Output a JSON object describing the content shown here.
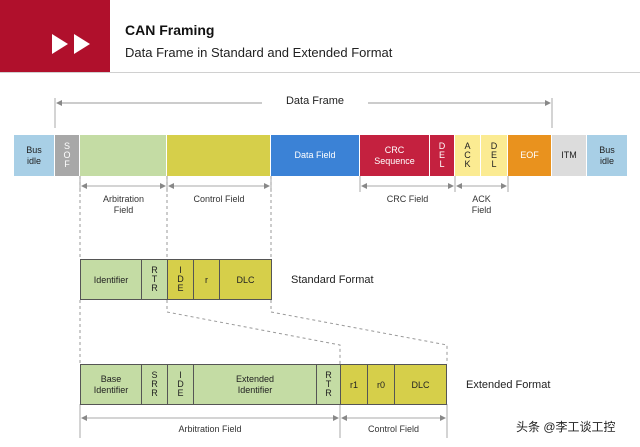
{
  "header": {
    "title": "CAN Framing",
    "subtitle": "Data Frame in Standard and Extended Format"
  },
  "top_label": "Data Frame",
  "frame": {
    "bus_idle_left": [
      "Bus",
      "idle"
    ],
    "sof": [
      "S",
      "O",
      "F"
    ],
    "data_field": "Data Field",
    "crc_sequence": [
      "CRC",
      "Sequence"
    ],
    "crc_del": [
      "D",
      "E",
      "L"
    ],
    "ack": [
      "A",
      "C",
      "K"
    ],
    "ack_del": [
      "D",
      "E",
      "L"
    ],
    "eof": "EOF",
    "itm": "ITM",
    "bus_idle_right": [
      "Bus",
      "idle"
    ]
  },
  "field_labels": {
    "arbitration": [
      "Arbitration",
      "Field"
    ],
    "control": "Control Field",
    "crc": "CRC Field",
    "ack": [
      "ACK",
      "Field"
    ]
  },
  "standard": {
    "identifier": "Identifier",
    "rtr": [
      "R",
      "T",
      "R"
    ],
    "ide": [
      "I",
      "D",
      "E"
    ],
    "r": "r",
    "dlc": "DLC",
    "label": "Standard Format"
  },
  "extended": {
    "base_identifier": [
      "Base",
      "Identifier"
    ],
    "srr": [
      "S",
      "R",
      "R"
    ],
    "ide": [
      "I",
      "D",
      "E"
    ],
    "extended_identifier": [
      "Extended",
      "Identifier"
    ],
    "rtr": [
      "R",
      "T",
      "R"
    ],
    "r1": "r1",
    "r0": "r0",
    "dlc": "DLC",
    "label": "Extended Format",
    "arbitration_label": "Arbitration Field",
    "control_label": "Control Field"
  },
  "watermark": "头条 @李工谈工控",
  "colors": {
    "brand_red": "#b0102c",
    "light_blue": "#a8cfe6",
    "gray": "#a8a8a8",
    "light_green": "#c4dca4",
    "yellow_green": "#d6cf4a",
    "blue": "#3b82d6",
    "crimson": "#c4213f",
    "light_yellow": "#fbeb92",
    "orange": "#e9921e",
    "light_gray": "#dcdcdc"
  }
}
